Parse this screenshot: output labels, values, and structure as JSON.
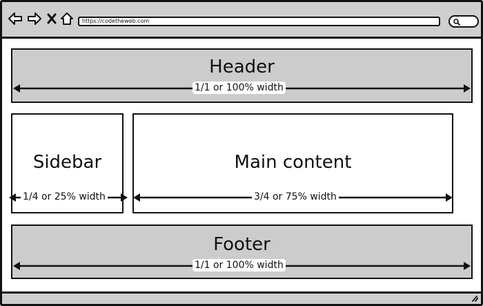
{
  "browser": {
    "url": "https://codetheweb.com",
    "icons": {
      "back": "back-arrow-icon",
      "forward": "forward-arrow-icon",
      "close": "close-icon",
      "home": "home-icon",
      "search": "search-icon",
      "resize": "resize-grip-icon"
    }
  },
  "layout": {
    "header": {
      "title": "Header",
      "width_label": "1/1 or 100% width"
    },
    "sidebar": {
      "title": "Sidebar",
      "width_label": "1/4 or 25% width"
    },
    "main": {
      "title": "Main content",
      "width_label": "3/4 or 75% width"
    },
    "footer": {
      "title": "Footer",
      "width_label": "1/1 or 100% width"
    }
  },
  "colors": {
    "chrome": "#cfcfcf",
    "block_fill": "#cccccc",
    "outline": "#111111"
  }
}
